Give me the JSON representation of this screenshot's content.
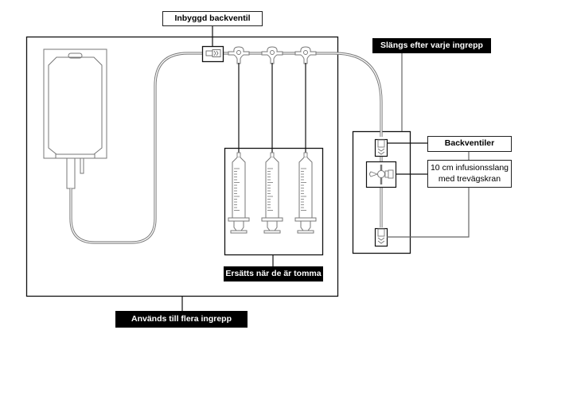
{
  "diagram": {
    "type": "medical-iv-setup",
    "labels": {
      "builtin_check_valve": "Inbyggd backventil",
      "discard_after_each_procedure": "Slängs efter varje ingrepp",
      "check_valves": "Backventiler",
      "infusion_line_line1": "10 cm infusionsslang",
      "infusion_line_line2": "med trevägskran",
      "replace_when_empty": "Ersätts när de är tomma",
      "used_for_multiple_procedures": "Används till flera ingrepp"
    },
    "components": [
      {
        "id": "iv-bag",
        "name": "Infusion bag"
      },
      {
        "id": "builtin-check-valve",
        "name": "Built-in check valve"
      },
      {
        "id": "t-connectors",
        "name": "T-connectors",
        "count": 3
      },
      {
        "id": "syringes",
        "name": "Syringes",
        "count": 3
      },
      {
        "id": "check-valve-top",
        "name": "Check valve"
      },
      {
        "id": "three-way-stopcock",
        "name": "Three-way stopcock"
      },
      {
        "id": "check-valve-bottom",
        "name": "Check valve"
      }
    ]
  }
}
